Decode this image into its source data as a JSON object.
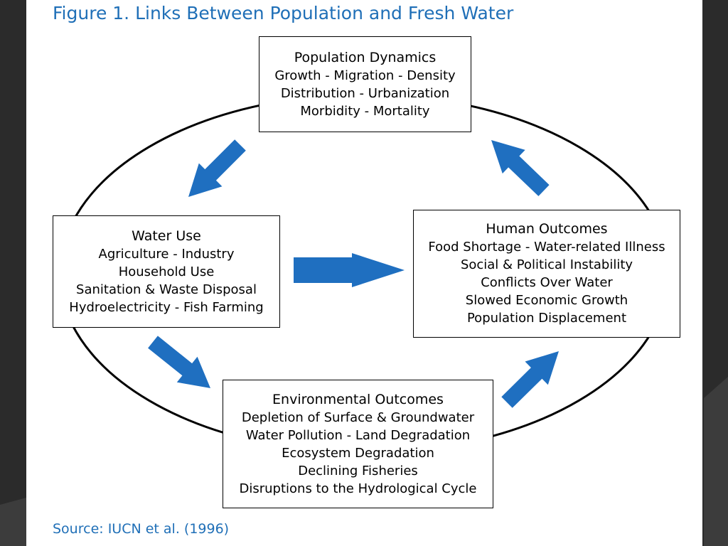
{
  "figure": {
    "title": "Figure 1. Links Between Population and Fresh Water",
    "source": "Source: IUCN et al. (1996)"
  },
  "nodes": {
    "population_dynamics": {
      "title": "Population Dynamics",
      "lines": [
        "Growth - Migration - Density",
        "Distribution - Urbanization",
        "Morbidity - Mortality"
      ]
    },
    "water_use": {
      "title": "Water Use",
      "lines": [
        "Agriculture - Industry",
        "Household Use",
        "Sanitation & Waste Disposal",
        "Hydroelectricity - Fish Farming"
      ]
    },
    "human_outcomes": {
      "title": "Human Outcomes",
      "lines": [
        "Food Shortage - Water-related Illness",
        "Social & Political Instability",
        "Conflicts Over Water",
        "Slowed Economic Growth",
        "Population Displacement"
      ]
    },
    "environmental_outcomes": {
      "title": "Environmental Outcomes",
      "lines": [
        "Depletion of Surface & Groundwater",
        "Water Pollution - Land Degradation",
        "Ecosystem Degradation",
        "Declining Fisheries",
        "Disruptions to the Hydrological Cycle"
      ]
    }
  },
  "edges": [
    {
      "from": "population_dynamics",
      "to": "water_use"
    },
    {
      "from": "water_use",
      "to": "human_outcomes"
    },
    {
      "from": "water_use",
      "to": "environmental_outcomes"
    },
    {
      "from": "environmental_outcomes",
      "to": "human_outcomes"
    },
    {
      "from": "human_outcomes",
      "to": "population_dynamics"
    }
  ],
  "colors": {
    "arrow": "#1f6fc0",
    "title_text": "#1f6fb7",
    "background": "#2b2b2b",
    "slide": "#ffffff"
  }
}
